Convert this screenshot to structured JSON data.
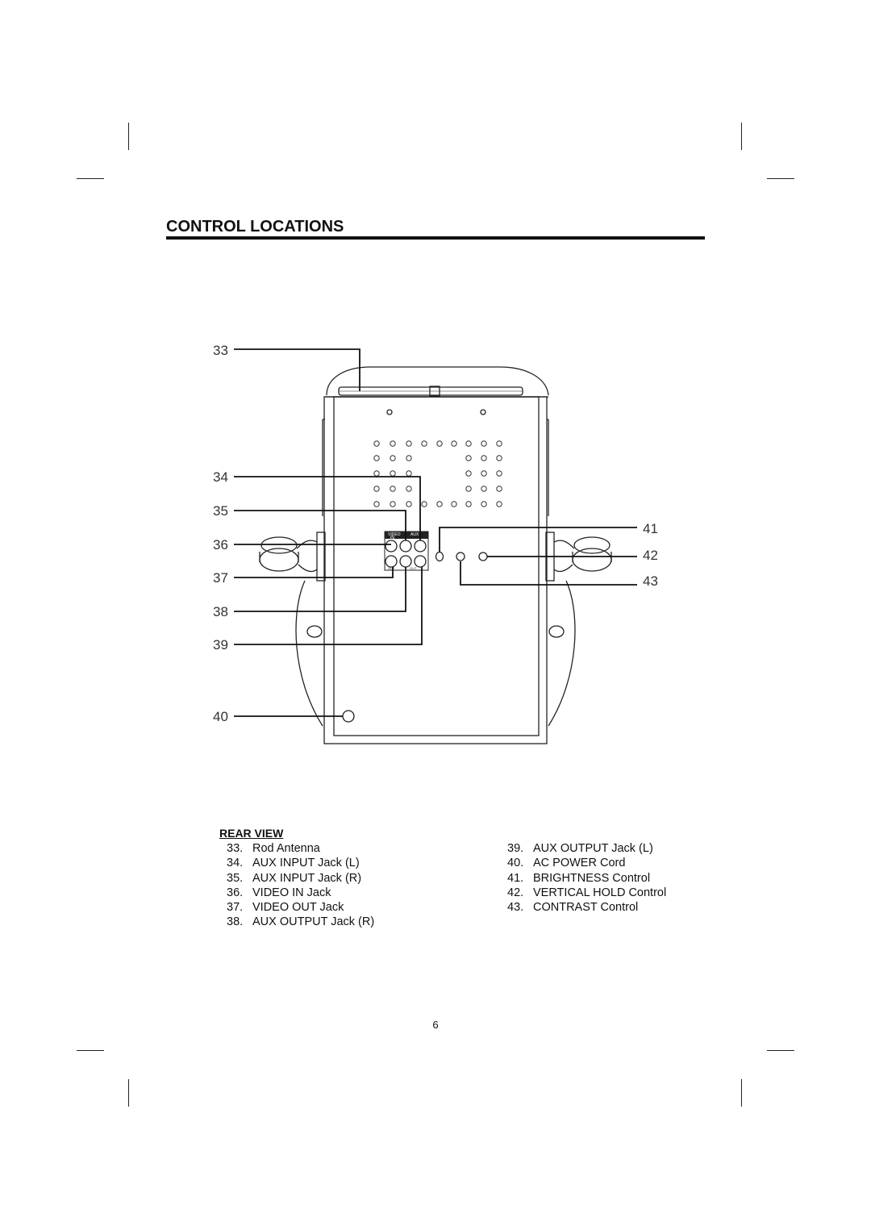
{
  "heading": "CONTROL LOCATIONS",
  "diagram": {
    "callouts": [
      "33",
      "34",
      "35",
      "36",
      "37",
      "38",
      "39",
      "40",
      "41",
      "42",
      "43"
    ],
    "panel_labels": {
      "video": "VIDEO",
      "video_sub": "IN",
      "aux": "AUX",
      "out1": "OUT",
      "out2": "OUT"
    }
  },
  "legend": {
    "title": "REAR VIEW",
    "left": [
      {
        "num": "33.",
        "label": "Rod Antenna"
      },
      {
        "num": "34.",
        "label": "AUX INPUT Jack (L)"
      },
      {
        "num": "35.",
        "label": "AUX INPUT Jack (R)"
      },
      {
        "num": "36.",
        "label": "VIDEO IN Jack"
      },
      {
        "num": "37.",
        "label": "VIDEO OUT Jack"
      },
      {
        "num": "38.",
        "label": "AUX OUTPUT Jack (R)"
      }
    ],
    "right": [
      {
        "num": "39.",
        "label": "AUX OUTPUT Jack (L)"
      },
      {
        "num": "40.",
        "label": "AC POWER Cord"
      },
      {
        "num": "41.",
        "label": "BRIGHTNESS Control"
      },
      {
        "num": "42.",
        "label": "VERTICAL HOLD Control"
      },
      {
        "num": "43.",
        "label": "CONTRAST Control"
      }
    ]
  },
  "page_number": "6"
}
